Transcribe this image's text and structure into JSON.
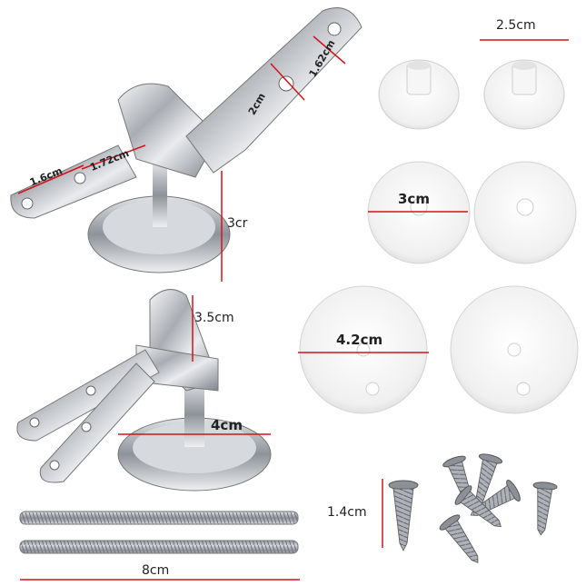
{
  "measurements": {
    "hinge_hole_spacing": "1.62cm",
    "hinge_hole_dia_top": "2cm",
    "hinge_left_hole": "1.6cm",
    "hinge_left_span": "1.72cm",
    "hinge_height": "3cr",
    "cap_width": "2.5cm",
    "washer_small": "3cm",
    "washer_large": "4.2cm",
    "lower_hinge_height": "3.5cm",
    "base_diameter": "4cm",
    "screw_length": "1.4cm",
    "rod_length": "8cm"
  },
  "colors": {
    "dimension_line": "#d0141a",
    "chrome": "#c4c7cc",
    "plastic": "#f3f3f3"
  }
}
